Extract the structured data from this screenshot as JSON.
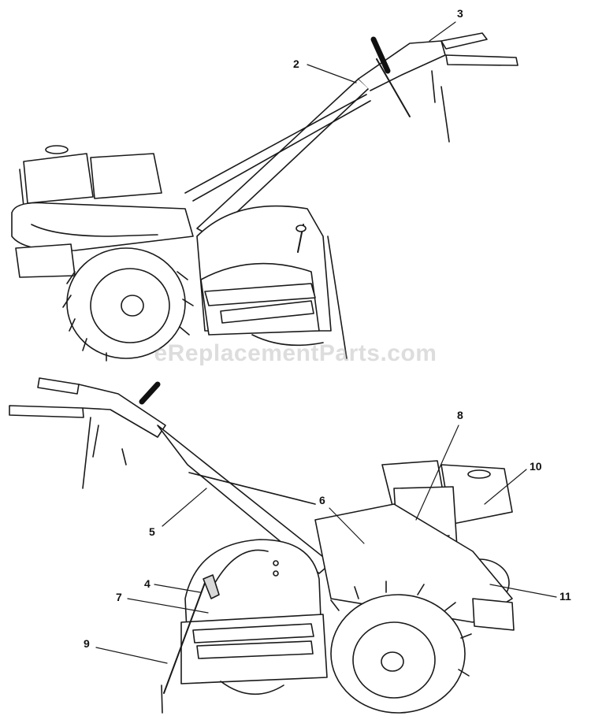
{
  "diagram": {
    "watermark": "eReplacementParts.com",
    "callouts": [
      {
        "id": "2",
        "label": "2"
      },
      {
        "id": "3",
        "label": "3"
      },
      {
        "id": "4",
        "label": "4"
      },
      {
        "id": "5",
        "label": "5"
      },
      {
        "id": "6",
        "label": "6"
      },
      {
        "id": "7",
        "label": "7"
      },
      {
        "id": "8",
        "label": "8"
      },
      {
        "id": "9",
        "label": "9"
      },
      {
        "id": "10",
        "label": "10"
      },
      {
        "id": "11",
        "label": "11"
      }
    ]
  },
  "colors": {
    "line": "#1a1a1a",
    "fill": "#ffffff",
    "shade": "#d9d9d9",
    "grip": "#111111"
  }
}
